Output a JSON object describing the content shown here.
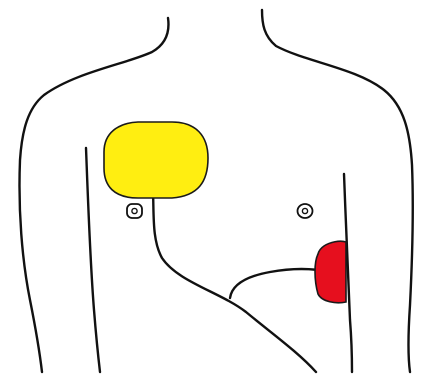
{
  "colors": {
    "background": "#ffffff",
    "outline": "#111111",
    "pad_right_chest": "#ffee11",
    "pad_left_side": "#e60f1e"
  },
  "elements": {
    "torso": "torso-outline",
    "pad_1": "defibrillator-pad-right-chest",
    "pad_2": "defibrillator-pad-left-side",
    "nipples": [
      "nipple-right",
      "nipple-left"
    ],
    "lead": "pad-lead-wire"
  }
}
